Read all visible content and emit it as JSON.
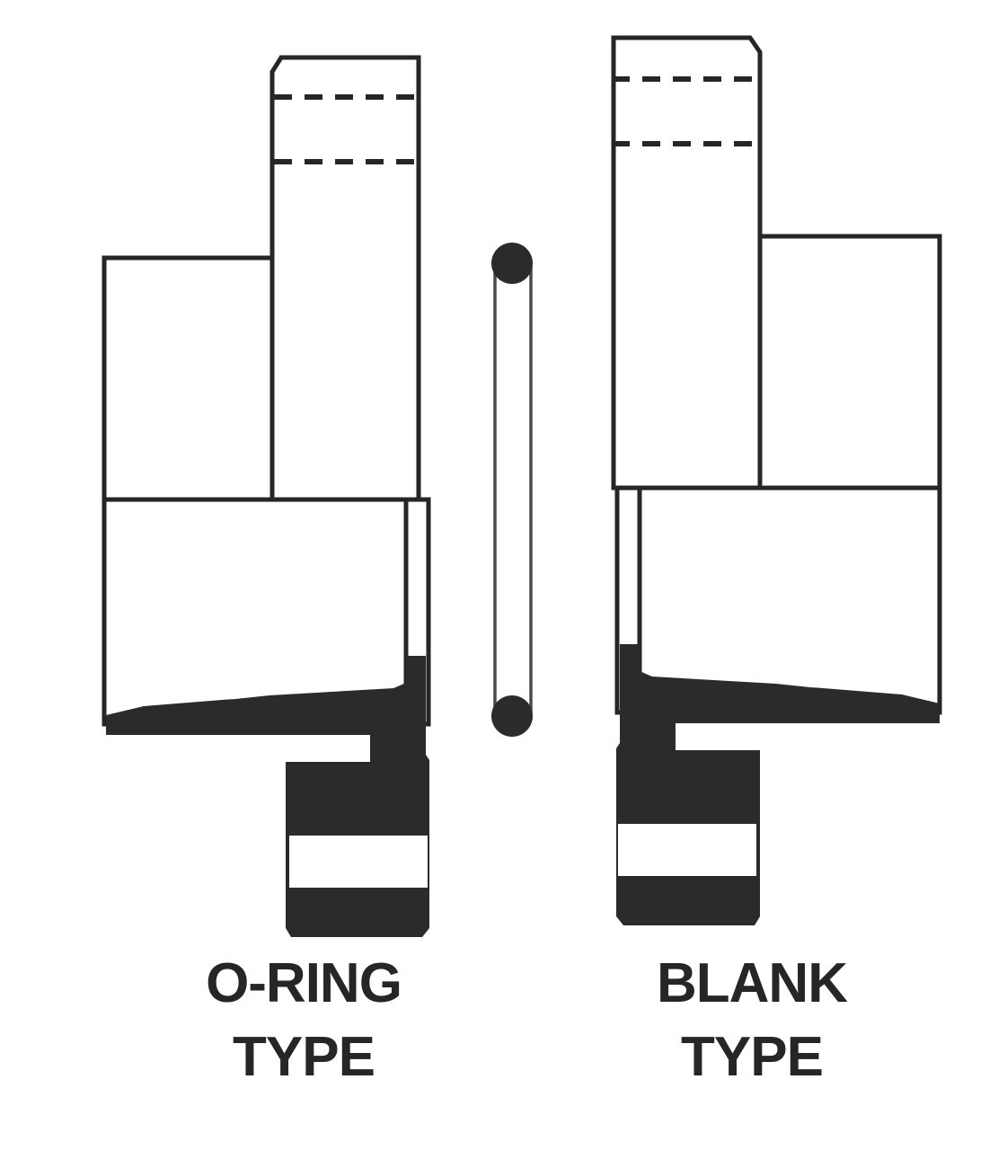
{
  "figure": {
    "title": "Flange gasket cross-section comparison diagram",
    "background_color": "#ffffff",
    "line_color": "#262626",
    "fill_color": "#2b2b2b",
    "body_fill": "#ffffff"
  },
  "left_assembly": {
    "caption_line1": "O-RING",
    "caption_line2": "TYPE",
    "hidden_line_count": 2,
    "parts": {
      "stud_label": "stud",
      "flange_label": "flange",
      "gasket_label": "gasket",
      "nut_label": "nut"
    }
  },
  "right_assembly": {
    "caption_line1": "BLANK",
    "caption_line2": "TYPE",
    "hidden_line_count": 2,
    "parts": {
      "stud_label": "stud",
      "flange_label": "flange",
      "gasket_label": "gasket",
      "nut_label": "nut"
    }
  },
  "center_part": {
    "name": "o-ring",
    "cap_color": "#2b2b2b",
    "body_color": "#ffffff"
  }
}
